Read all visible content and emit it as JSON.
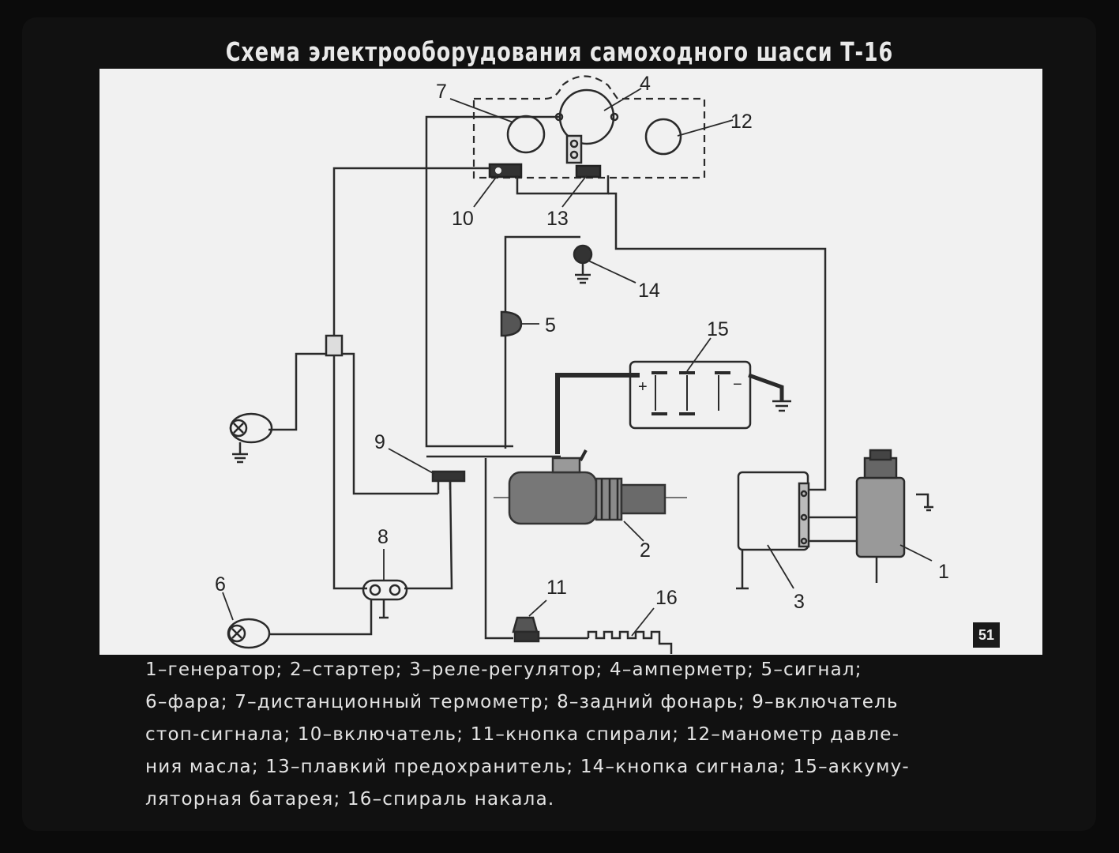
{
  "title": "Схема электрооборудования самоходного шасси Т-16",
  "slide_number": "51",
  "labels": {
    "n1": "1",
    "n2": "2",
    "n3": "3",
    "n4": "4",
    "n5": "5",
    "n6": "6",
    "n7": "7",
    "n8": "8",
    "n9": "9",
    "n10": "10",
    "n11": "11",
    "n12": "12",
    "n13": "13",
    "n14": "14",
    "n15": "15",
    "n16": "16"
  },
  "battery_signs": {
    "plus": "+",
    "minus": "−"
  },
  "legend": [
    "1–генератор; 2–стартер; 3–реле-регулятор; 4–амперметр; 5–сигнал;",
    "6–фара; 7–дистанционный термометр; 8–задний фонарь; 9–включатель",
    "стоп-сигнала; 10–включатель; 11–кнопка спирали; 12–манометр давле-",
    "ния масла; 13–плавкий предохранитель; 14–кнопка сигнала; 15–аккуму-",
    "ляторная батарея; 16–спираль накала."
  ]
}
